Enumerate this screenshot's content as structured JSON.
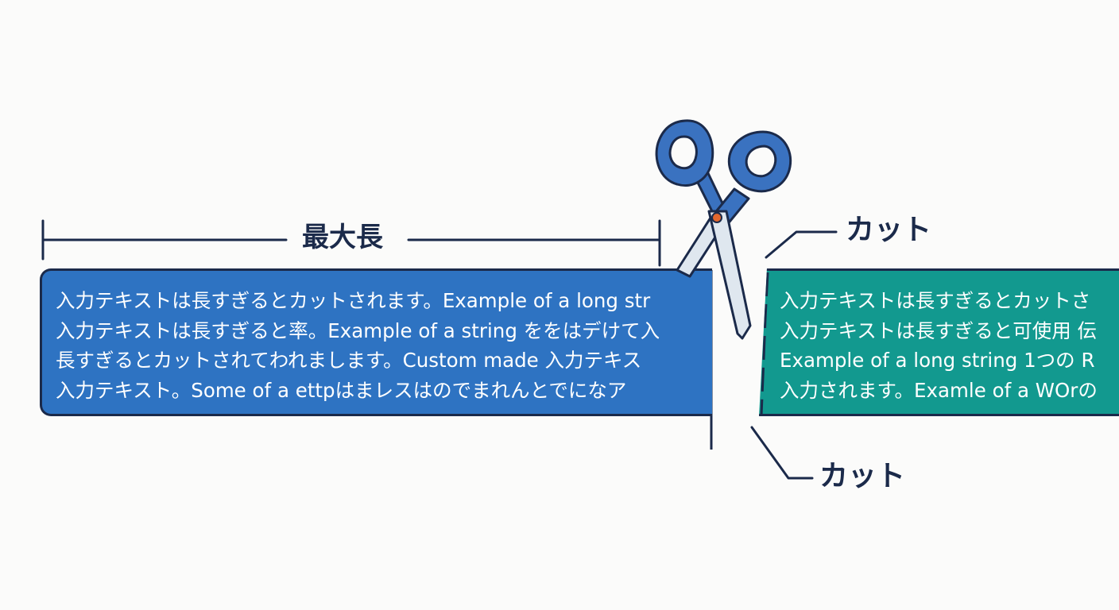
{
  "measure": {
    "label": "最大長"
  },
  "cut_labels": {
    "top": "カット",
    "bottom": "カット"
  },
  "left_panel": {
    "lines": [
      "入力テキストは長すぎるとカットされます。Example of a long str",
      "入力テキストは長すぎると率。Example of a string ををはデけて入",
      "長すぎるとカットされてわれまします。Custom made 入力テキス",
      "入力テキスト。Some of a ettpはまレスはのでまれんとでになア"
    ]
  },
  "right_panel": {
    "lines": [
      "入力テキストは長すぎるとカットさ",
      "入力テキストは長すぎると可使用 伝",
      "Example of a long string 1つの R",
      "入力されます。Examle of a WOrの"
    ]
  },
  "colors": {
    "left_fill": "#2e73c2",
    "right_fill": "#12998f",
    "outline": "#1b2a4a",
    "scissors_handle": "#3a72c0",
    "scissors_blade": "#dfe7ef",
    "pivot": "#e2672e",
    "background": "#fbfbfa"
  },
  "icons": {
    "scissors": "scissors-icon"
  }
}
